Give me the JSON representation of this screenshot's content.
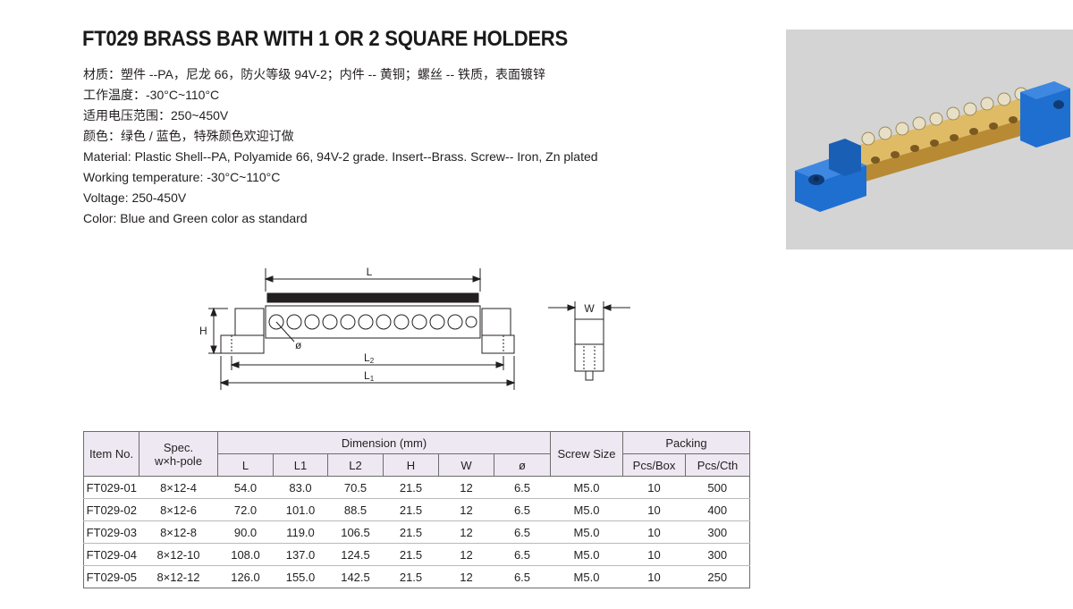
{
  "title": "FT029 BRASS BAR WITH 1 OR 2 SQUARE HOLDERS",
  "spec_lines": [
    "材质：塑件 --PA，尼龙 66，防火等级 94V-2；内件 -- 黄铜；螺丝 -- 铁质，表面镀锌",
    "工作温度：-30°C~110°C",
    "适用电压范围：250~450V",
    "颜色：绿色 / 蓝色，特殊颜色欢迎订做",
    "Material: Plastic Shell--PA, Polyamide 66, 94V-2 grade. Insert--Brass. Screw-- Iron, Zn plated",
    "Working temperature: -30°C~110°C",
    "Voltage: 250-450V",
    "Color: Blue and Green color as standard"
  ],
  "drawing": {
    "label_L": "L",
    "label_H": "H",
    "label_dia": "ø",
    "label_L2_main": "L",
    "label_L2_sub": "2",
    "label_L1_main": "L",
    "label_L1_sub": "1",
    "label_W": "W"
  },
  "table": {
    "head": {
      "item_no": "Item No.",
      "spec_line1": "Spec.",
      "spec_line2": "w×h-pole",
      "dimension": "Dimension (mm)",
      "screw_size": "Screw Size",
      "packing": "Packing",
      "L": "L",
      "L1": "L1",
      "L2": "L2",
      "H": "H",
      "W": "W",
      "dia": "ø",
      "pcs_box": "Pcs/Box",
      "pcs_cth": "Pcs/Cth"
    },
    "rows": [
      {
        "item": "FT029-01",
        "spec": "8×12-4",
        "L": "54.0",
        "L1": "83.0",
        "L2": "70.5",
        "H": "21.5",
        "W": "12",
        "dia": "6.5",
        "screw": "M5.0",
        "box": "10",
        "cth": "500"
      },
      {
        "item": "FT029-02",
        "spec": "8×12-6",
        "L": "72.0",
        "L1": "101.0",
        "L2": "88.5",
        "H": "21.5",
        "W": "12",
        "dia": "6.5",
        "screw": "M5.0",
        "box": "10",
        "cth": "400"
      },
      {
        "item": "FT029-03",
        "spec": "8×12-8",
        "L": "90.0",
        "L1": "119.0",
        "L2": "106.5",
        "H": "21.5",
        "W": "12",
        "dia": "6.5",
        "screw": "M5.0",
        "box": "10",
        "cth": "300"
      },
      {
        "item": "FT029-04",
        "spec": "8×12-10",
        "L": "108.0",
        "L1": "137.0",
        "L2": "124.5",
        "H": "21.5",
        "W": "12",
        "dia": "6.5",
        "screw": "M5.0",
        "box": "10",
        "cth": "300"
      },
      {
        "item": "FT029-05",
        "spec": "8×12-12",
        "L": "126.0",
        "L1": "155.0",
        "L2": "142.5",
        "H": "21.5",
        "W": "12",
        "dia": "6.5",
        "screw": "M5.0",
        "box": "10",
        "cth": "250"
      }
    ]
  },
  "colors": {
    "holder_blue": "#1f6fd1",
    "brass": "#d9b461",
    "photo_bg": "#d4d4d4",
    "table_header_bg": "#eee8f2"
  }
}
